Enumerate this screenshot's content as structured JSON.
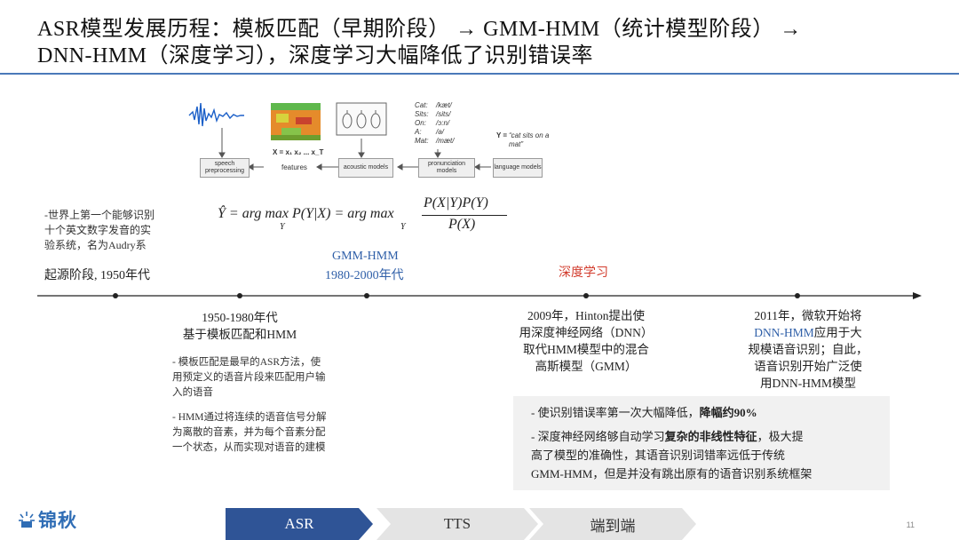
{
  "title": {
    "line1": "ASR模型发展历程：模板匹配（早期阶段） → GMM-HMM（统计模型阶段） →",
    "line2": "DNN-HMM（深度学习），深度学习大幅降低了识别错误率"
  },
  "diagram": {
    "boxes": [
      "speech preprocessing",
      "features",
      "acoustic models",
      "pronunciation models",
      "language models"
    ],
    "features_formula": "X = x₁ x₂ ... x_T",
    "pronunciations": [
      {
        "word": "Cat:",
        "phon": "/kæt/"
      },
      {
        "word": "Sits:",
        "phon": "/sits/"
      },
      {
        "word": "On:",
        "phon": "/ɔ:n/"
      },
      {
        "word": "A:",
        "phon": "/ə/"
      },
      {
        "word": "Mat:",
        "phon": "/mæt/"
      }
    ],
    "sentence": {
      "label": "Y = ",
      "text": "“cat sits on a mat”"
    }
  },
  "formula": {
    "lhs": "Ŷ = arg max P(Y|X) = arg max",
    "sub": "Y",
    "num": "P(X|Y)P(Y)",
    "den": "P(X)"
  },
  "early_note": [
    "-世界上第一个能够识别",
    "十个英文数字发音的实",
    "验系统，名为Audry系"
  ],
  "stages": {
    "origin": "起源阶段, 1950年代",
    "gmm": "GMM-HMM",
    "gmm_years": "1980-2000年代",
    "dl": "深度学习"
  },
  "callouts": {
    "c1950": [
      "1950-1980年代",
      "基于模板匹配和HMM"
    ],
    "c2009": [
      "2009年，Hinton提出使",
      "用深度神经网络（DNN）",
      "取代HMM模型中的混合",
      "高斯模型（GMM）"
    ],
    "c2011_a": "2011年，微软开始将",
    "c2011_b_blue": "DNN-HMM",
    "c2011_b_rest": "应用于大",
    "c2011_rest": [
      "规模语音识别；自此，",
      "语音识别开始广泛使",
      "用DNN-HMM模型"
    ]
  },
  "bullets": {
    "b1": [
      "- 模板匹配是最早的ASR方法，使",
      "用预定义的语音片段来匹配用户输",
      "入的语音"
    ],
    "b2": [
      "- HMM通过将连续的语音信号分解",
      "为离散的音素，并为每个音素分配",
      "一个状态，从而实现对语音的建模"
    ]
  },
  "panel": {
    "p1_pre": "- 使识别错误率第一次大幅降低，",
    "p1_bold": "降幅约90%",
    "p2_pre": "- 深度神经网络够自动学习",
    "p2_bold": "复杂的非线性特征",
    "p2_post": "，极大提",
    "p2_line2": "高了模型的准确性，其语音识别词错率远低于传统",
    "p2_line3": "GMM-HMM，但是并没有跳出原有的语音识别系统框架"
  },
  "footer": {
    "logo": "锦秋",
    "nav": [
      "ASR",
      "TTS",
      "端到端"
    ],
    "page": "11"
  },
  "colors": {
    "accent_blue": "#2f5fa8",
    "accent_red": "#d23b2c",
    "nav_active": "#2f5496",
    "nav_inactive": "#e4e4e4"
  }
}
